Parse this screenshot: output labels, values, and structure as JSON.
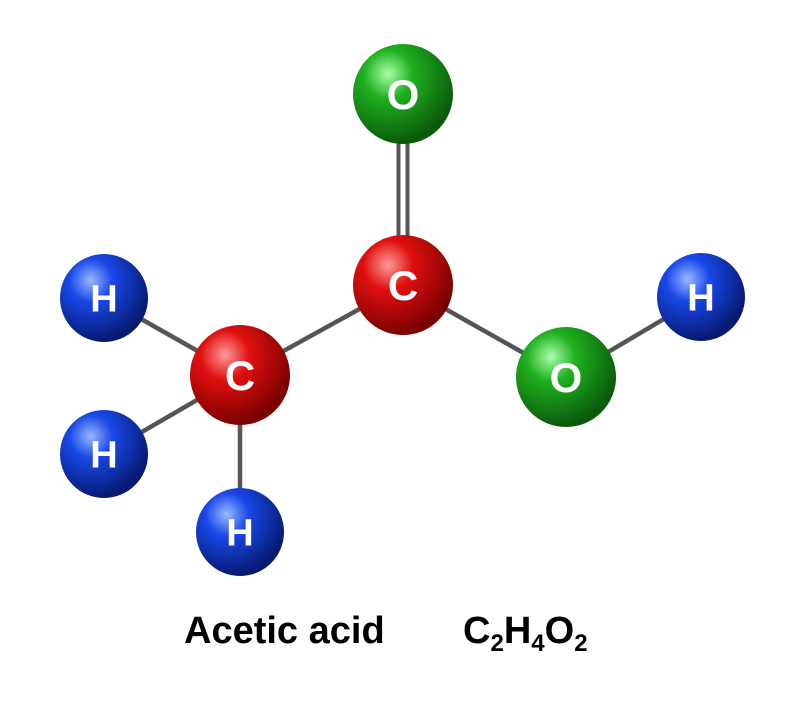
{
  "molecule": {
    "name": "Acetic acid",
    "formula": {
      "parts": [
        {
          "el": "C",
          "n": "2"
        },
        {
          "el": "H",
          "n": "4"
        },
        {
          "el": "O",
          "n": "2"
        }
      ]
    }
  },
  "colors": {
    "C": "#d40000",
    "O": "#1aa01a",
    "H": "#1040e0",
    "bond": "#555555",
    "label": "#ffffff"
  },
  "atoms": [
    {
      "id": "O1",
      "element": "O",
      "label": "O"
    },
    {
      "id": "C1",
      "element": "C",
      "label": "C"
    },
    {
      "id": "H1",
      "element": "H",
      "label": "H"
    },
    {
      "id": "C2",
      "element": "C",
      "label": "C"
    },
    {
      "id": "O2",
      "element": "O",
      "label": "O"
    },
    {
      "id": "H2",
      "element": "H",
      "label": "H"
    },
    {
      "id": "H3",
      "element": "H",
      "label": "H"
    },
    {
      "id": "H4",
      "element": "H",
      "label": "H"
    }
  ],
  "bonds": [
    {
      "a": "C1",
      "b": "O1",
      "order": 2
    },
    {
      "a": "C1",
      "b": "C2",
      "order": 1
    },
    {
      "a": "C1",
      "b": "O2",
      "order": 1
    },
    {
      "a": "O2",
      "b": "H1",
      "order": 1
    },
    {
      "a": "C2",
      "b": "H2",
      "order": 1
    },
    {
      "a": "C2",
      "b": "H3",
      "order": 1
    },
    {
      "a": "C2",
      "b": "H4",
      "order": 1
    }
  ]
}
